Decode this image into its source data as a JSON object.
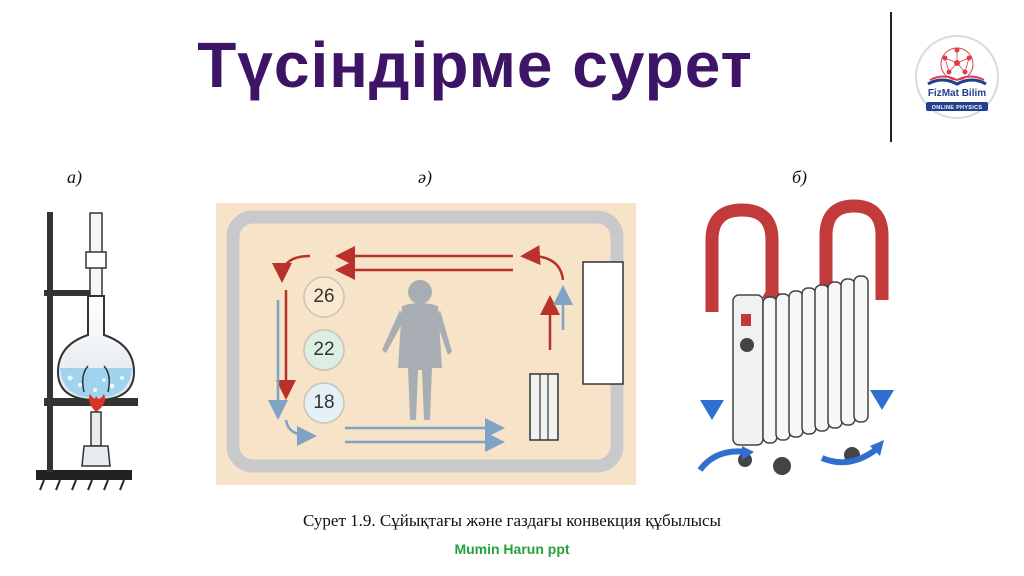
{
  "slide": {
    "title": "Түсіндірме сурет",
    "caption": "Сурет 1.9. Сұйықтағы және газдағы конвекция құбылысы",
    "credit": "Mumin Harun ppt"
  },
  "logo": {
    "name": "FizMat Bilim",
    "tagline": "ONLINE PHYSICS"
  },
  "figure": {
    "panels": [
      {
        "label": "а)",
        "content": "flask-heated-over-burner"
      },
      {
        "label": "ә)",
        "content": "room-convection"
      },
      {
        "label": "б)",
        "content": "oil-radiator"
      }
    ],
    "room_temperatures": [
      "26",
      "22",
      "18"
    ]
  },
  "colors": {
    "title": "#3d1466",
    "warm_arrow": "#b8322a",
    "cool_arrow": "#7fa3c4",
    "room_floor": "#f6e3c8",
    "room_wall": "#c9c9cb",
    "credit": "#22a33a"
  }
}
